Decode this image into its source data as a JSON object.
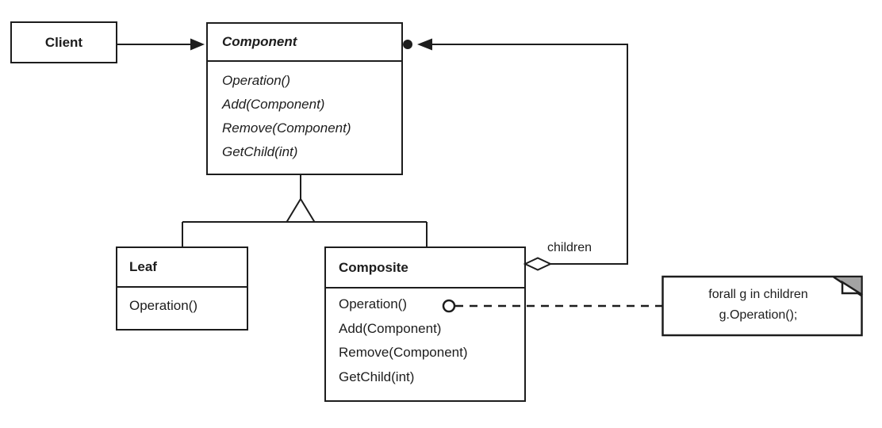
{
  "classes": {
    "client": {
      "name": "Client"
    },
    "component": {
      "name": "Component",
      "methods": [
        "Operation()",
        "Add(Component)",
        "Remove(Component)",
        "GetChild(int)"
      ]
    },
    "leaf": {
      "name": "Leaf",
      "methods": [
        "Operation()"
      ]
    },
    "composite": {
      "name": "Composite",
      "methods": [
        "Operation()",
        "Add(Component)",
        "Remove(Component)",
        "GetChild(int)"
      ]
    }
  },
  "relationships": {
    "children_label": "children"
  },
  "note": {
    "line1": "forall g in children",
    "line2": "g.Operation();"
  },
  "colors": {
    "ink": "#1d1d1d",
    "background": "#ffffff",
    "note_fold_gray": "#a3a3a3"
  }
}
